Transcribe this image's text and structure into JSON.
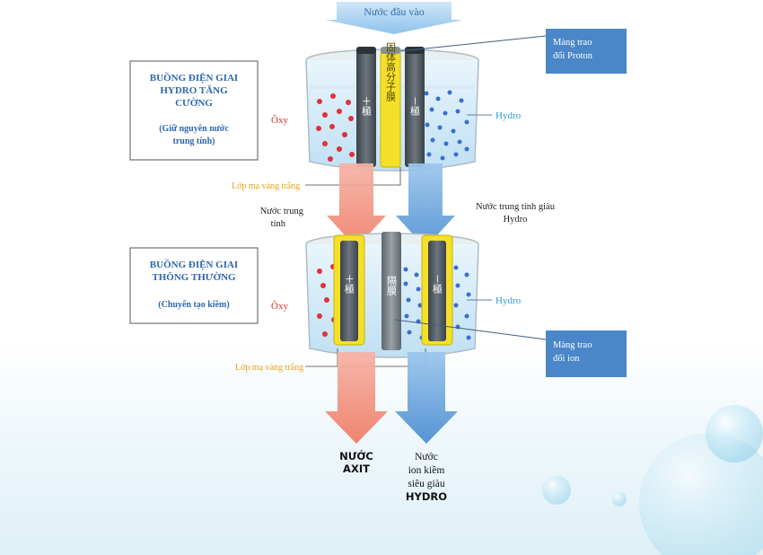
{
  "top_arrow": {
    "label": "Nước đầu vào"
  },
  "upper_chamber": {
    "title_line1": "BUỒNG ĐIỆN GIAI",
    "title_line2": "HYDRO TĂNG",
    "title_line3": "CƯỜNG",
    "desc_line1": "(Giữ nguyên nước",
    "desc_line2": "trung tính)",
    "left_label": "Ôxy",
    "right_label": "Hydro",
    "plus_electrode": "＋極",
    "minus_electrode": "－極",
    "membrane_text": "固体高分子膜",
    "coating_label": "Lớp mạ vàng trắng"
  },
  "proton_callout": {
    "line1": "Màng trao",
    "line2": "đổi Proton"
  },
  "mid_labels": {
    "left_line1": "Nước trung",
    "left_line2": "tính",
    "right_line1": "Nước trung tính giàu",
    "right_line2": "Hydro"
  },
  "lower_chamber": {
    "title_line1": "BUỒNG ĐIỆN GIAI",
    "title_line2": "THÔNG THƯỜNG",
    "desc_line1": "(Chuyển tạo kiềm)",
    "left_label": "Ôxy",
    "right_label": "Hydro",
    "plus_electrode": "＋極",
    "minus_electrode": "－極",
    "membrane_text": "隔膜",
    "coating_label": "Lớp mạ vàng trắng"
  },
  "ion_callout": {
    "line1": "Màng trao",
    "line2": "đổi ion"
  },
  "outputs": {
    "acid_line1": "NƯỚC",
    "acid_line2": "AXIT",
    "alk_line1": "Nước",
    "alk_line2": "ion kiềm",
    "alk_line3": "siêu giàu",
    "alk_line4": "HYDRO"
  },
  "colors": {
    "acid_arrow": "#f08a76",
    "alkaline_arrow": "#5d9fd8",
    "callout_box": "#4a86c8",
    "oxygen_dot": "#e0303a",
    "hydrogen_dot": "#3a6fd0",
    "gold_coating": "#f4e02a",
    "label_orange": "#e8a317",
    "label_blue": "#2a9bd6",
    "label_red": "#d93030"
  }
}
